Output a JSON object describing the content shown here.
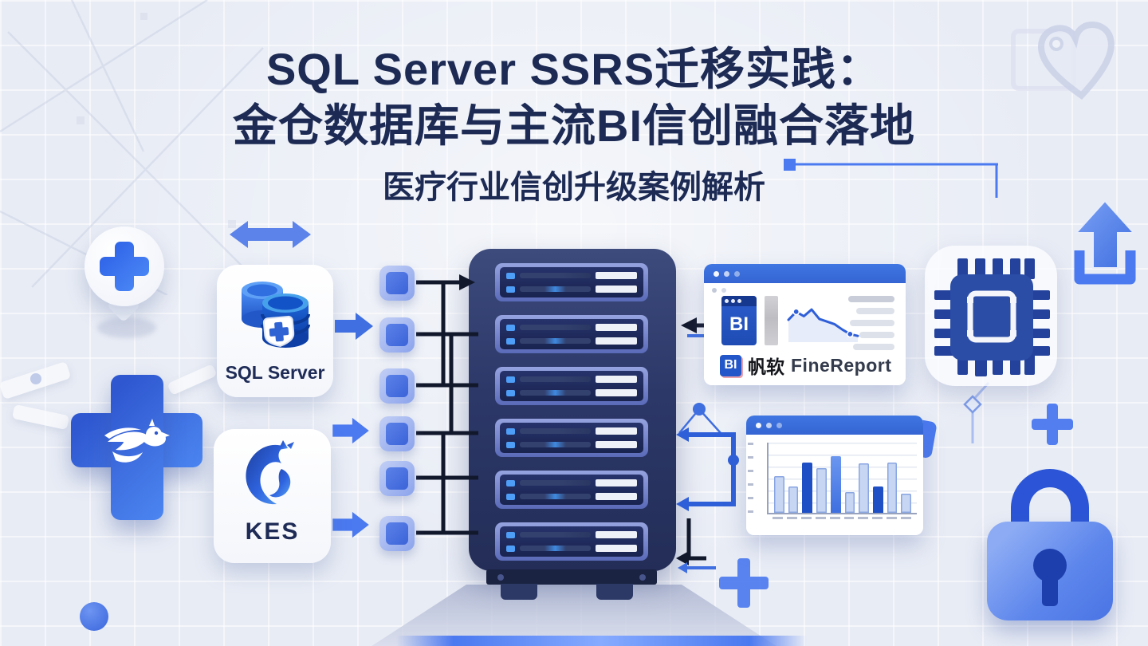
{
  "header": {
    "title_line1": "SQL Server SSRS迁移实践：",
    "title_line2": "金仓数据库与主流BI信创融合落地",
    "subtitle": "医疗行业信创升级案例解析"
  },
  "left": {
    "sql_card_label": "SQL Server",
    "kes_card_label": "KES"
  },
  "bi_window": {
    "tile_text": "BI",
    "badge_text": "BI",
    "vendor_text": "帆软",
    "product_text": "FineReport"
  },
  "server": {
    "unit_count": 6
  },
  "colors": {
    "background": "#e8ecf5",
    "title_navy": "#1c2a54",
    "accent_blue": "#3f6fe0",
    "arrow_blue": "#4a79f0",
    "server_navy": "#2c3868",
    "window_titlebar": "#3a70dc",
    "bar_light": "#c7d6f2",
    "bar_dark": "#1f4fc4",
    "bar_medium": "#4f82e8",
    "lock_blue": "#5d86ec",
    "wire_black": "#12182c"
  },
  "chart_data": [
    {
      "type": "bar",
      "title": "",
      "xlabel": "",
      "ylabel": "",
      "categories": [
        "",
        "",
        "",
        "",
        "",
        "",
        "",
        "",
        "",
        ""
      ],
      "values": [
        52,
        38,
        72,
        64,
        81,
        30,
        70,
        38,
        72,
        27
      ],
      "bar_styles": [
        "light",
        "light",
        "dark",
        "light",
        "medium",
        "light",
        "light",
        "dark",
        "light",
        "light"
      ],
      "ylim": [
        0,
        100
      ],
      "grid": true,
      "legend": false
    },
    {
      "type": "line",
      "x": [
        0,
        1,
        2,
        3,
        4,
        5,
        6,
        7,
        8,
        9
      ],
      "values": [
        50,
        68,
        58,
        73,
        52,
        46,
        40,
        28,
        18,
        14
      ],
      "markers": [
        1,
        8
      ],
      "ylim": [
        0,
        100
      ],
      "grid": false,
      "legend": false
    }
  ]
}
